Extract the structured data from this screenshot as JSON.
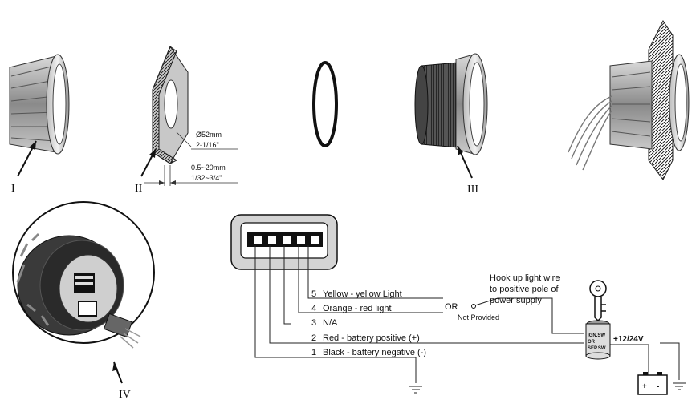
{
  "parts": {
    "part1": "I",
    "part2": "II",
    "part3": "III",
    "part4": "IV"
  },
  "dimensions": {
    "hole_mm": "Ø52mm",
    "hole_in": "2-1/16\"",
    "panel_mm": "0.5~20mm",
    "panel_in": "1/32~3/4\""
  },
  "wiring": {
    "wires": [
      {
        "pin": "5",
        "label": "Yellow - yellow Light"
      },
      {
        "pin": "4",
        "label": "Orange - red light"
      },
      {
        "pin": "3",
        "label": "N/A"
      },
      {
        "pin": "2",
        "label": "Red - battery positive (+)"
      },
      {
        "pin": "1",
        "label": "Black - battery negative (-)"
      }
    ],
    "or_label": "OR",
    "not_provided": "Not Provided",
    "hookup_note": [
      "Hook up light wire",
      "to positive pole of",
      "power supply"
    ],
    "switch_label": [
      "IGN.SW",
      "OR",
      "SEP.SW"
    ],
    "voltage": "+12/24V",
    "battery_plus": "+",
    "battery_minus": "-"
  }
}
